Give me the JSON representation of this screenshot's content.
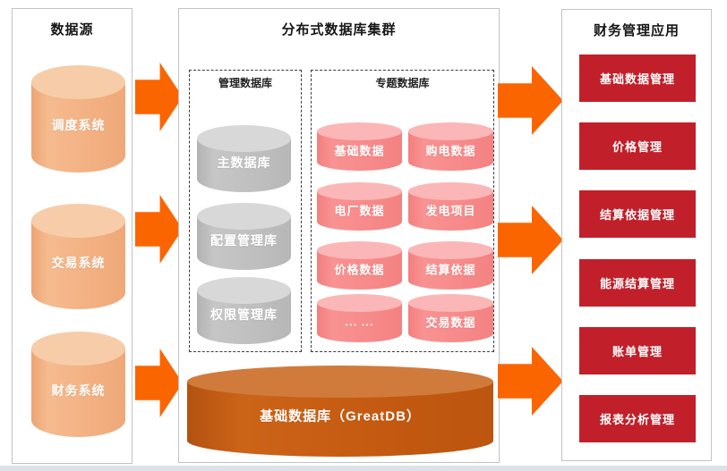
{
  "colors": {
    "arrow": "#fb6500",
    "source_cylinder": "#f3b183",
    "management_cylinder": "#bfbfbf",
    "topic_cylinder": "#f78a8a",
    "base_cylinder": "#c55a11",
    "app_block": "#c1202a",
    "panel_border": "#c3c3c3"
  },
  "panels": {
    "datasource": {
      "title": "数据源",
      "items": [
        "调度系统",
        "交易系统",
        "财务系统"
      ]
    },
    "cluster": {
      "title": "分布式数据库集群",
      "management": {
        "title": "管理数据库",
        "items": [
          "主数据库",
          "配置管理库",
          "权限管理库"
        ]
      },
      "topic": {
        "title": "专题数据库",
        "items": [
          "基础数据",
          "购电数据",
          "电厂数据",
          "发电项目",
          "价格数据",
          "结算依据",
          "... ...",
          "交易数据"
        ]
      },
      "base_db": "基础数据库（GreatDB）"
    },
    "apps": {
      "title": "财务管理应用",
      "items": [
        "基础数据管理",
        "价格管理",
        "结算依据管理",
        "能源结算管理",
        "账单管理",
        "报表分析管理"
      ]
    }
  }
}
